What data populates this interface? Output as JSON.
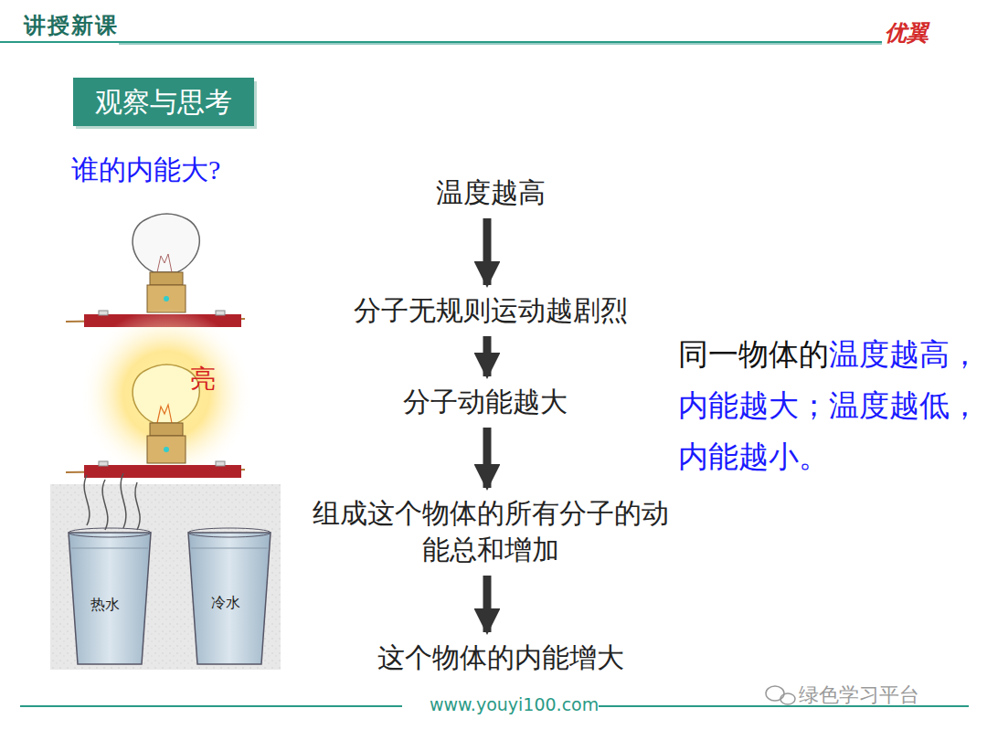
{
  "diagram": {
    "title": "讲授新课",
    "nodes": [
      {
        "text": [
          "观察与思考"
        ]
      },
      {
        "text": [
          "温度越高"
        ]
      },
      {
        "text": [
          "分子无规则运动越剧烈"
        ]
      },
      {
        "text": [
          "分子动能越大"
        ]
      },
      {
        "text": [
          "组成这个物体的所有分子的动能总和增加"
        ]
      },
      {
        "text": [
          "这个物体的内能增大"
        ]
      }
    ],
    "edges": [
      {
        "from": 1,
        "to": 2,
        "arrow": "to"
      },
      {
        "from": 2,
        "to": 3,
        "arrow": "to"
      },
      {
        "from": 3,
        "to": 4,
        "arrow": "to"
      },
      {
        "from": 4,
        "to": 5,
        "arrow": "to"
      }
    ],
    "labels": [
      "优翼",
      "谁的内能大?",
      "亮",
      "热水",
      "冷水",
      "同一物体的",
      "温度越高，内能越大；温度越低，内能越小。",
      "www.youyi100.com",
      "绿色学习平台"
    ]
  }
}
